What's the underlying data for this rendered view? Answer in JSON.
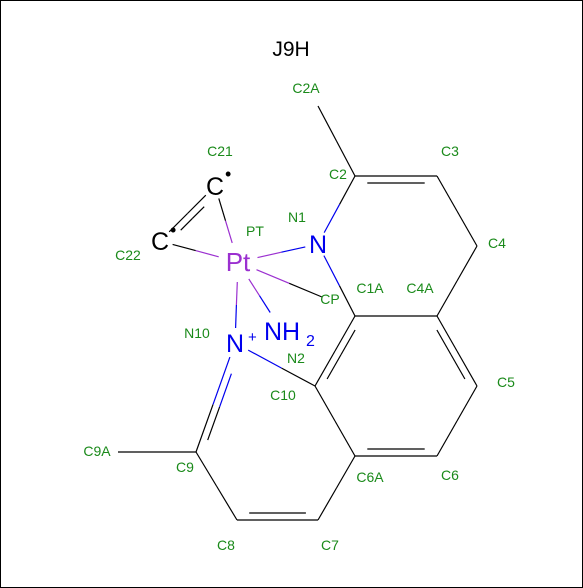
{
  "title": "J9H",
  "colors": {
    "bond": "#000000",
    "platinum": "#9b30d0",
    "nitrogen": "#0000ee",
    "id_label": "#1a8a1a",
    "carbon": "#000000"
  },
  "atoms": [
    {
      "id": "PT",
      "element": "Pt",
      "symbol_text": "Pt",
      "symbol_color": "platinum"
    },
    {
      "id": "N1",
      "element": "N",
      "symbol_text": "N",
      "symbol_color": "nitrogen"
    },
    {
      "id": "N10",
      "element": "N",
      "symbol_text": "N",
      "charge_text": "+",
      "symbol_color": "nitrogen"
    },
    {
      "id": "N2",
      "element": "N",
      "symbol_text": "NH",
      "subscript_text": "2",
      "symbol_color": "nitrogen"
    },
    {
      "id": "C21",
      "element": "C",
      "symbol_text": "C",
      "radical_text": "•",
      "symbol_color": "carbon"
    },
    {
      "id": "C22",
      "element": "C",
      "symbol_text": "C",
      "radical_text": "•",
      "symbol_color": "carbon"
    },
    {
      "id": "CP"
    },
    {
      "id": "C2A"
    },
    {
      "id": "C2"
    },
    {
      "id": "C3"
    },
    {
      "id": "C4"
    },
    {
      "id": "C4A"
    },
    {
      "id": "C1A"
    },
    {
      "id": "C10"
    },
    {
      "id": "C5"
    },
    {
      "id": "C6"
    },
    {
      "id": "C6A"
    },
    {
      "id": "C7"
    },
    {
      "id": "C8"
    },
    {
      "id": "C9"
    },
    {
      "id": "C9A"
    }
  ],
  "bonds": [
    {
      "a": "C2A",
      "b": "C2",
      "order": 1
    },
    {
      "a": "C2",
      "b": "C3",
      "order": 2
    },
    {
      "a": "C2",
      "b": "N1",
      "order": 1
    },
    {
      "a": "C3",
      "b": "C4",
      "order": 1
    },
    {
      "a": "C4",
      "b": "C4A",
      "order": 1
    },
    {
      "a": "C4A",
      "b": "C1A",
      "order": 1
    },
    {
      "a": "C4A",
      "b": "C5",
      "order": 2
    },
    {
      "a": "C1A",
      "b": "N1",
      "order": 1
    },
    {
      "a": "C1A",
      "b": "C10",
      "order": 2
    },
    {
      "a": "C5",
      "b": "C6",
      "order": 1
    },
    {
      "a": "C6",
      "b": "C6A",
      "order": 2
    },
    {
      "a": "C6A",
      "b": "C10",
      "order": 1
    },
    {
      "a": "C6A",
      "b": "C7",
      "order": 1
    },
    {
      "a": "C7",
      "b": "C8",
      "order": 2
    },
    {
      "a": "C8",
      "b": "C9",
      "order": 1
    },
    {
      "a": "C9",
      "b": "C9A",
      "order": 1
    },
    {
      "a": "C9",
      "b": "N10",
      "order": 2
    },
    {
      "a": "N10",
      "b": "C10",
      "order": 1
    },
    {
      "a": "PT",
      "b": "N1",
      "order": 1
    },
    {
      "a": "PT",
      "b": "N10",
      "order": 1
    },
    {
      "a": "PT",
      "b": "N2",
      "order": 1
    },
    {
      "a": "PT",
      "b": "CP",
      "order": 1
    },
    {
      "a": "PT",
      "b": "C21",
      "order": 1
    },
    {
      "a": "PT",
      "b": "C22",
      "order": 1
    },
    {
      "a": "C21",
      "b": "C22",
      "order": 2
    }
  ]
}
